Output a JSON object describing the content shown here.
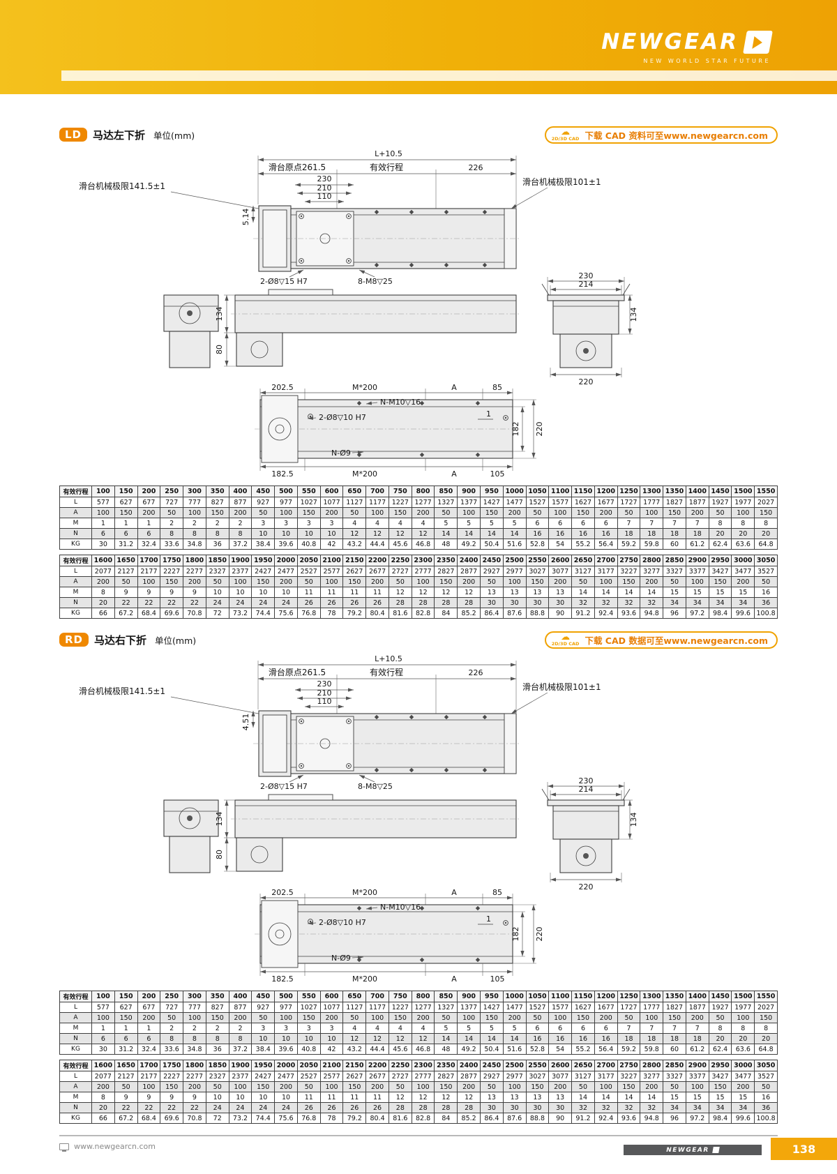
{
  "colors": {
    "brand_yellow": "#f0b008",
    "accent_orange": "#ef8800",
    "cad_orange": "#f0a202",
    "footer_gray": "#57585a",
    "page_num_orange": "#f3a70a"
  },
  "header": {
    "brand": "NEWGEAR",
    "tagline": "NEW WORLD STAR FUTURE"
  },
  "footer": {
    "url": "www.newgearcn.com",
    "brand": "NEWGEAR",
    "page_number": "138"
  },
  "sections": [
    {
      "badge": "LD",
      "title": "马达左下折",
      "unit": "单位(mm)",
      "cad_badge": "2D/3D CAD",
      "cad_text": "下载 CAD 资料可至www.newgearcn.com",
      "drawing": {
        "overall_length": "L+10.5",
        "slide_origin": "滑台原点261.5",
        "effective_stroke": "有效行程",
        "right_offset": "226",
        "w230": "230",
        "w210": "210",
        "w110": "110",
        "limit_left": "滑台机械极限141.5±1",
        "limit_right": "滑台机械极限101±1",
        "side_offset": "5.14",
        "holes_top1": "2-Ø8▽15 H7",
        "holes_top2": "8-M8▽25",
        "height_134": "134",
        "height_80": "80",
        "end_w230": "230",
        "end_w214": "214",
        "end_h134": "134",
        "end_w220": "220",
        "bot_202_5": "202.5",
        "bot_m200_a": "M*200",
        "bot_a1": "A",
        "bot_85": "85",
        "holes_nm10": "N-M10▽16",
        "holes_2o8": "2-Ø8▽10 H7",
        "dim_1": "1",
        "h182": "182",
        "h220": "220",
        "holes_no9": "N-Ø9",
        "bot_182_5": "182.5",
        "bot_m200_b": "M*200",
        "bot_a2": "A",
        "bot_105": "105"
      }
    },
    {
      "badge": "RD",
      "title": "马达右下折",
      "unit": "单位(mm)",
      "cad_badge": "2D/3D CAD",
      "cad_text": "下载 CAD 数据可至www.newgearcn.com",
      "drawing": {
        "overall_length": "L+10.5",
        "slide_origin": "滑台原点261.5",
        "effective_stroke": "有效行程",
        "right_offset": "226",
        "w230": "230",
        "w210": "210",
        "w110": "110",
        "limit_left": "滑台机械极限141.5±1",
        "limit_right": "滑台机械极限101±1",
        "side_offset": "4.51",
        "holes_top1": "2-Ø8▽15 H7",
        "holes_top2": "8-M8▽25",
        "height_134": "134",
        "height_80": "80",
        "end_w230": "230",
        "end_w214": "214",
        "end_h134": "134",
        "end_w220": "220",
        "bot_202_5": "202.5",
        "bot_m200_a": "M*200",
        "bot_a1": "A",
        "bot_85": "85",
        "holes_nm10": "N-M10▽16",
        "holes_2o8": "2-Ø8▽10 H7",
        "dim_1": "1",
        "h182": "182",
        "h220": "220",
        "holes_no9": "N-Ø9",
        "bot_182_5": "182.5",
        "bot_m200_b": "M*200",
        "bot_a2": "A",
        "bot_105": "105"
      }
    }
  ],
  "stroke_tables": [
    {
      "header_label": "有效行程",
      "strokes": [
        "100",
        "150",
        "200",
        "250",
        "300",
        "350",
        "400",
        "450",
        "500",
        "550",
        "600",
        "650",
        "700",
        "750",
        "800",
        "850",
        "900",
        "950",
        "1000",
        "1050",
        "1100",
        "1150",
        "1200",
        "1250",
        "1300",
        "1350",
        "1400",
        "1450",
        "1500",
        "1550"
      ],
      "rows": [
        {
          "label": "L",
          "values": [
            "577",
            "627",
            "677",
            "727",
            "777",
            "827",
            "877",
            "927",
            "977",
            "1027",
            "1077",
            "1127",
            "1177",
            "1227",
            "1277",
            "1327",
            "1377",
            "1427",
            "1477",
            "1527",
            "1577",
            "1627",
            "1677",
            "1727",
            "1777",
            "1827",
            "1877",
            "1927",
            "1977",
            "2027"
          ]
        },
        {
          "label": "A",
          "values": [
            "100",
            "150",
            "200",
            "50",
            "100",
            "150",
            "200",
            "50",
            "100",
            "150",
            "200",
            "50",
            "100",
            "150",
            "200",
            "50",
            "100",
            "150",
            "200",
            "50",
            "100",
            "150",
            "200",
            "50",
            "100",
            "150",
            "200",
            "50",
            "100",
            "150"
          ]
        },
        {
          "label": "M",
          "values": [
            "1",
            "1",
            "1",
            "2",
            "2",
            "2",
            "2",
            "3",
            "3",
            "3",
            "3",
            "4",
            "4",
            "4",
            "4",
            "5",
            "5",
            "5",
            "5",
            "6",
            "6",
            "6",
            "6",
            "7",
            "7",
            "7",
            "7",
            "8",
            "8",
            "8"
          ]
        },
        {
          "label": "N",
          "values": [
            "6",
            "6",
            "6",
            "8",
            "8",
            "8",
            "8",
            "10",
            "10",
            "10",
            "10",
            "12",
            "12",
            "12",
            "12",
            "14",
            "14",
            "14",
            "14",
            "16",
            "16",
            "16",
            "16",
            "18",
            "18",
            "18",
            "18",
            "20",
            "20",
            "20"
          ]
        },
        {
          "label": "KG",
          "values": [
            "30",
            "31.2",
            "32.4",
            "33.6",
            "34.8",
            "36",
            "37.2",
            "38.4",
            "39.6",
            "40.8",
            "42",
            "43.2",
            "44.4",
            "45.6",
            "46.8",
            "48",
            "49.2",
            "50.4",
            "51.6",
            "52.8",
            "54",
            "55.2",
            "56.4",
            "59.2",
            "59.8",
            "60",
            "61.2",
            "62.4",
            "63.6",
            "64.8"
          ]
        }
      ]
    },
    {
      "header_label": "有效行程",
      "strokes": [
        "1600",
        "1650",
        "1700",
        "1750",
        "1800",
        "1850",
        "1900",
        "1950",
        "2000",
        "2050",
        "2100",
        "2150",
        "2200",
        "2250",
        "2300",
        "2350",
        "2400",
        "2450",
        "2500",
        "2550",
        "2600",
        "2650",
        "2700",
        "2750",
        "2800",
        "2850",
        "2900",
        "2950",
        "3000",
        "3050"
      ],
      "rows": [
        {
          "label": "L",
          "values": [
            "2077",
            "2127",
            "2177",
            "2227",
            "2277",
            "2327",
            "2377",
            "2427",
            "2477",
            "2527",
            "2577",
            "2627",
            "2677",
            "2727",
            "2777",
            "2827",
            "2877",
            "2927",
            "2977",
            "3027",
            "3077",
            "3127",
            "3177",
            "3227",
            "3277",
            "3327",
            "3377",
            "3427",
            "3477",
            "3527"
          ]
        },
        {
          "label": "A",
          "values": [
            "200",
            "50",
            "100",
            "150",
            "200",
            "50",
            "100",
            "150",
            "200",
            "50",
            "100",
            "150",
            "200",
            "50",
            "100",
            "150",
            "200",
            "50",
            "100",
            "150",
            "200",
            "50",
            "100",
            "150",
            "200",
            "50",
            "100",
            "150",
            "200",
            "50"
          ]
        },
        {
          "label": "M",
          "values": [
            "8",
            "9",
            "9",
            "9",
            "9",
            "10",
            "10",
            "10",
            "10",
            "11",
            "11",
            "11",
            "11",
            "12",
            "12",
            "12",
            "12",
            "13",
            "13",
            "13",
            "13",
            "14",
            "14",
            "14",
            "14",
            "15",
            "15",
            "15",
            "15",
            "16"
          ]
        },
        {
          "label": "N",
          "values": [
            "20",
            "22",
            "22",
            "22",
            "22",
            "24",
            "24",
            "24",
            "24",
            "26",
            "26",
            "26",
            "26",
            "28",
            "28",
            "28",
            "28",
            "30",
            "30",
            "30",
            "30",
            "32",
            "32",
            "32",
            "32",
            "34",
            "34",
            "34",
            "34",
            "36"
          ]
        },
        {
          "label": "KG",
          "values": [
            "66",
            "67.2",
            "68.4",
            "69.6",
            "70.8",
            "72",
            "73.2",
            "74.4",
            "75.6",
            "76.8",
            "78",
            "79.2",
            "80.4",
            "81.6",
            "82.8",
            "84",
            "85.2",
            "86.4",
            "87.6",
            "88.8",
            "90",
            "91.2",
            "92.4",
            "93.6",
            "94.8",
            "96",
            "97.2",
            "98.4",
            "99.6",
            "100.8"
          ]
        }
      ]
    }
  ]
}
